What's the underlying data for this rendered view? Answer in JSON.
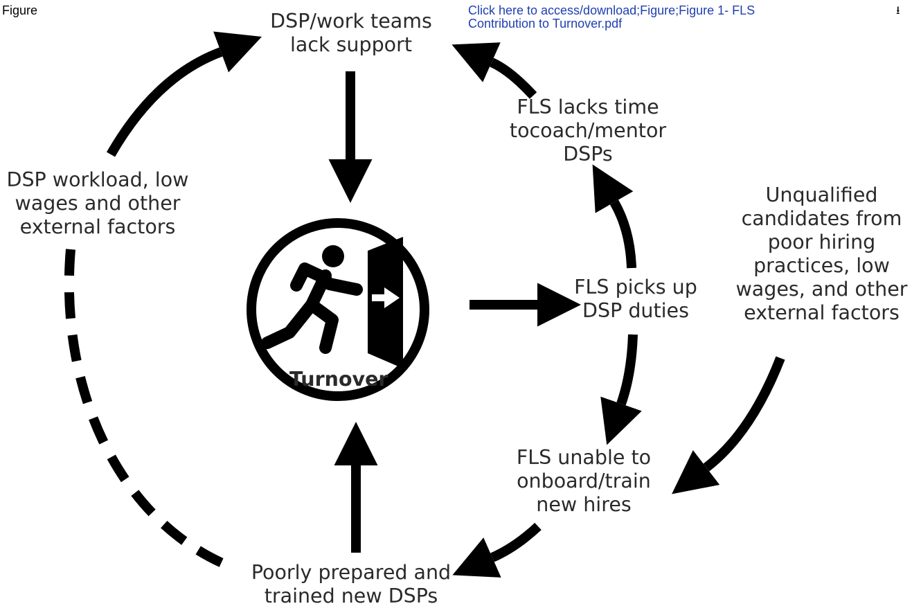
{
  "header": {
    "figure_label": "Figure",
    "download_link_lines": [
      "Click here to access/download;Figure;Figure 1- FLS",
      "Contribution to Turnover.pdf"
    ],
    "download_icon": "download-icon"
  },
  "diagram": {
    "center_label": "Turnover",
    "center_icon": "person-exiting-door-icon",
    "nodes": {
      "dsp_lack_support": [
        "DSP/work teams",
        "lack support"
      ],
      "fls_lacks_time": [
        "FLS lacks time",
        "tocoach/mentor",
        "DSPs"
      ],
      "fls_picks_up": [
        "FLS picks up",
        "DSP duties"
      ],
      "fls_unable": [
        "FLS unable to",
        "onboard/train",
        "new hires"
      ],
      "poorly_prepared": [
        "Poorly prepared and",
        "trained new DSPs"
      ],
      "dsp_workload": [
        "DSP workload, low",
        "wages and other",
        "external factors"
      ],
      "unqualified": [
        "Unqualified",
        "candidates from",
        "poor hiring",
        "practices, low",
        "wages, and other",
        "external factors"
      ]
    },
    "colors": {
      "stroke": "#000000",
      "text": "#2a2a2a",
      "link": "#1f3fb0"
    }
  }
}
